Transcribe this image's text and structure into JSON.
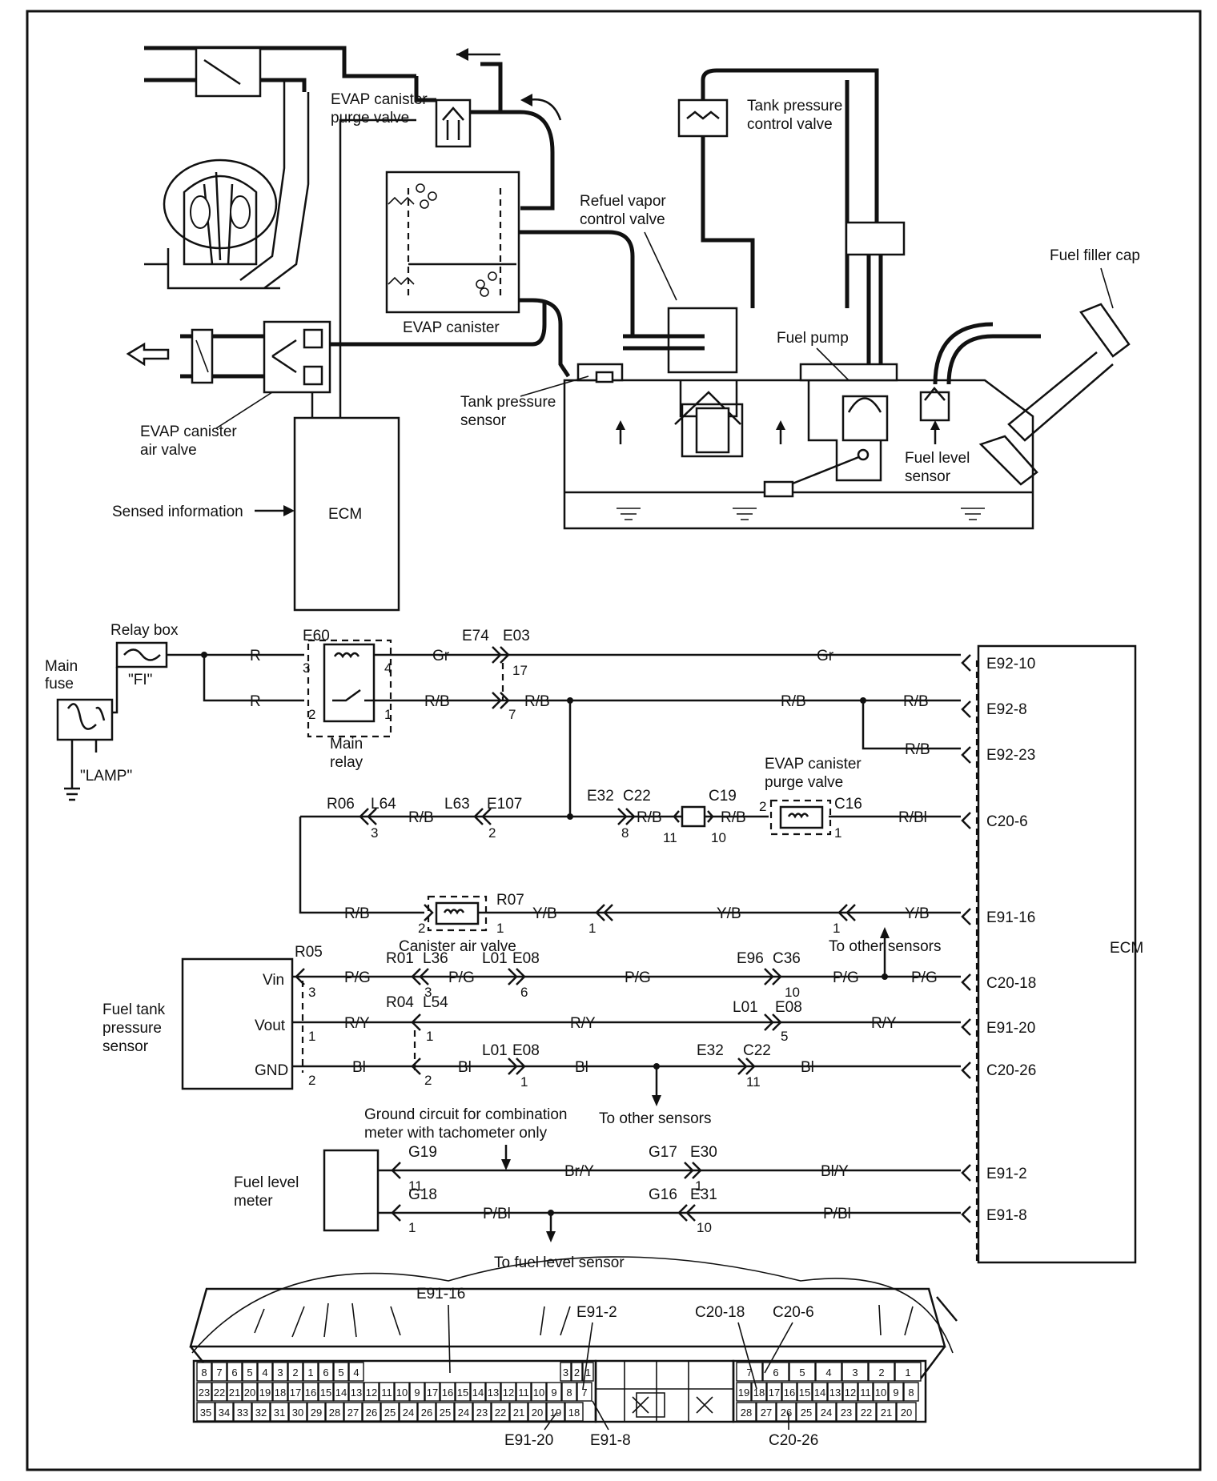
{
  "labels": {
    "evap_purge_valve": [
      "EVAP canister",
      "purge valve"
    ],
    "tank_pressure_control_valve": [
      "Tank pressure",
      "control valve"
    ],
    "refuel_vapor_control_valve": [
      "Refuel vapor",
      "control valve"
    ],
    "fuel_filler_cap": "Fuel filler cap",
    "evap_canister": "EVAP canister",
    "fuel_pump": "Fuel pump",
    "tank_pressure_sensor": [
      "Tank pressure",
      "sensor"
    ],
    "evap_air_valve": [
      "EVAP canister",
      "air valve"
    ],
    "fuel_level_sensor": [
      "Fuel level",
      "sensor"
    ],
    "sensed_information": "Sensed information",
    "ecm_top": "ECM",
    "relay_box": "Relay box",
    "fi": "\"FI\"",
    "main_fuse": [
      "Main",
      "fuse"
    ],
    "lamp": "\"LAMP\"",
    "main_relay": [
      "Main",
      "relay"
    ],
    "evap_purge_valve_wiring": [
      "EVAP canister",
      "purge valve"
    ],
    "canister_air_valve": "Canister air valve",
    "to_other_sensors_1": "To other sensors",
    "ecm_right": "ECM",
    "fuel_tank_pressure_sensor": [
      "Fuel tank",
      "pressure",
      "sensor"
    ],
    "vin": "Vin",
    "vout": "Vout",
    "gnd": "GND",
    "to_other_sensors_2": "To other sensors",
    "ground_circuit_note": [
      "Ground circuit for combination",
      "meter with tachometer only"
    ],
    "fuel_level_meter": [
      "Fuel level",
      "meter"
    ],
    "to_fuel_level_sensor": "To fuel level sensor"
  },
  "wire_colors": {
    "r1": "R",
    "r2": "R",
    "gr1": "Gr",
    "gr2": "Gr",
    "rb_1": "R/B",
    "rb_2": "R/B",
    "rb_3": "R/B",
    "rb_4": "R/B",
    "rb_5": "R/B",
    "rb_6": "R/B",
    "rb_7": "R/B",
    "rb_8": "R/B",
    "rb_9": "R/B",
    "rbl_1": "R/Bl",
    "yb_1": "Y/B",
    "yb_2": "Y/B",
    "yb_3": "Y/B",
    "pg_1": "P/G",
    "pg_2": "P/G",
    "pg_3": "P/G",
    "pg_4": "P/G",
    "pg_5": "P/G",
    "ry_1": "R/Y",
    "ry_2": "R/Y",
    "ry_3": "R/Y",
    "bl_1": "Bl",
    "bl_2": "Bl",
    "bl_3": "Bl",
    "bl_4": "Bl",
    "bry_1": "Br/Y",
    "bly_1": "Bl/Y",
    "pbl_1": "P/Bl",
    "pbl_2": "P/Bl"
  },
  "connectors": {
    "e60": "E60",
    "e74": "E74",
    "e03": "E03",
    "r06": "R06",
    "l64": "L64",
    "l63": "L63",
    "e107": "E107",
    "e32_a": "E32",
    "c22_a": "C22",
    "c19": "C19",
    "c16": "C16",
    "r07": "R07",
    "r05": "R05",
    "r01": "R01",
    "l36": "L36",
    "l01_a": "L01",
    "e08_a": "E08",
    "e96": "E96",
    "c36": "C36",
    "r04": "R04",
    "l54": "L54",
    "l01_b": "L01",
    "e08_b": "E08",
    "l01_c": "L01",
    "e08_c": "E08",
    "e32_b": "E32",
    "c22_b": "C22",
    "g19": "G19",
    "g17": "G17",
    "e30": "E30",
    "g18": "G18",
    "g16": "G16",
    "e31": "E31"
  },
  "pins": {
    "p3": "3",
    "p4": "4",
    "p17": "17",
    "p2": "2",
    "p1": "1",
    "p7": "7",
    "p_l64": "3",
    "p_e107": "2",
    "p_c22": "8",
    "p_c19a": "11",
    "p_c19b": "10",
    "p_c16a": "2",
    "p_c16b": "1",
    "p_cav2": "2",
    "p_cav1": "1",
    "p_yb1": "1",
    "p_yb2": "1",
    "p_r05": "3",
    "p_l36": "3",
    "p_e08a": "6",
    "p_c36": "10",
    "p_vout": "1",
    "p_l54": "1",
    "p_e08b": "5",
    "p_gnd": "2",
    "p_gnd2": "2",
    "p_e08c": "1",
    "p_c22b": "11",
    "p_g19": "11",
    "p_e30": "1",
    "p_g18": "1",
    "p_e31": "10"
  },
  "ecm_terminals": [
    "E92-10",
    "E92-8",
    "E92-23",
    "C20-6",
    "E91-16",
    "C20-18",
    "E91-20",
    "C20-26",
    "E91-2",
    "E91-8"
  ],
  "connector_callouts": {
    "top": [
      "E91-16",
      "E91-2",
      "C20-18",
      "C20-6"
    ],
    "bottom": [
      "E91-20",
      "E91-8",
      "C20-26"
    ]
  },
  "ecm_connector_pins": {
    "left_r1": [
      "8",
      "7",
      "6",
      "5",
      "4",
      "3",
      "2",
      "1",
      "6",
      "5",
      "4"
    ],
    "left_r2": [
      "23",
      "22",
      "21",
      "20",
      "19",
      "18",
      "17",
      "16",
      "15",
      "14",
      "13",
      "12",
      "11",
      "10",
      "9",
      "17",
      "16",
      "15",
      "14",
      "13",
      "12",
      "11",
      "10",
      "9",
      "8",
      "7"
    ],
    "left_r3": [
      "35",
      "34",
      "33",
      "32",
      "31",
      "30",
      "29",
      "28",
      "27",
      "26",
      "25",
      "24",
      "26",
      "25",
      "24",
      "23",
      "22",
      "21",
      "20",
      "19",
      "18"
    ],
    "mid_r1": [
      "3",
      "2",
      "1"
    ],
    "right_r1": [
      "7",
      "6",
      "5",
      "4",
      "3",
      "2",
      "1"
    ],
    "right_r2": [
      "19",
      "18",
      "17",
      "16",
      "15",
      "14",
      "13",
      "12",
      "11",
      "10",
      "9",
      "8"
    ],
    "right_r3": [
      "28",
      "27",
      "26",
      "25",
      "24",
      "23",
      "22",
      "21",
      "20"
    ]
  }
}
